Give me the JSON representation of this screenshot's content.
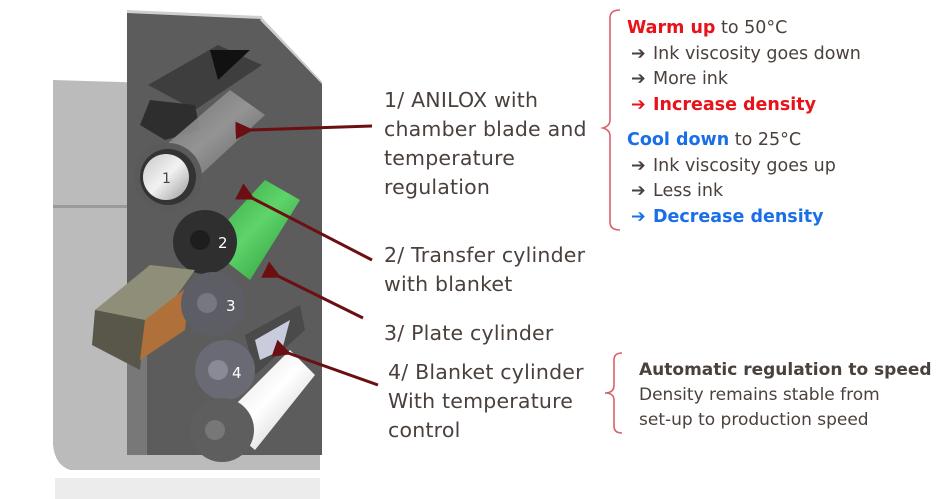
{
  "labels": {
    "anilox": [
      "1/ ANILOX with",
      "chamber blade and",
      "temperature",
      "regulation"
    ],
    "transfer": [
      "2/ Transfer cylinder",
      "with blanket"
    ],
    "plate": [
      "3/ Plate cylinder"
    ],
    "blanket": [
      "4/ Blanket cylinder",
      "With temperature",
      "control"
    ]
  },
  "roller_numbers": [
    "1",
    "2",
    "3",
    "4"
  ],
  "warm": {
    "heading": "Warm up",
    "heading_rest": " to 50°C",
    "items": [
      "Ink viscosity goes down",
      "More ink",
      "Increase density"
    ],
    "arrow": "➔",
    "color": "#e8121a"
  },
  "cool": {
    "heading": "Cool down",
    "heading_rest": " to 25°C",
    "items": [
      "Ink viscosity goes up",
      "Less ink",
      "Decrease density"
    ],
    "arrow": "➔",
    "color": "#1a6fe8"
  },
  "auto": {
    "heading": "Automatic regulation to speed",
    "lines": [
      "Density remains stable from",
      "set-up to production speed"
    ]
  },
  "colors": {
    "text": "#4a403c",
    "callout_arrow": "#6b0f12",
    "brace": "#d9606a",
    "green_cylinder": "#3db84a",
    "frame_dark": "#5a5a5a"
  }
}
